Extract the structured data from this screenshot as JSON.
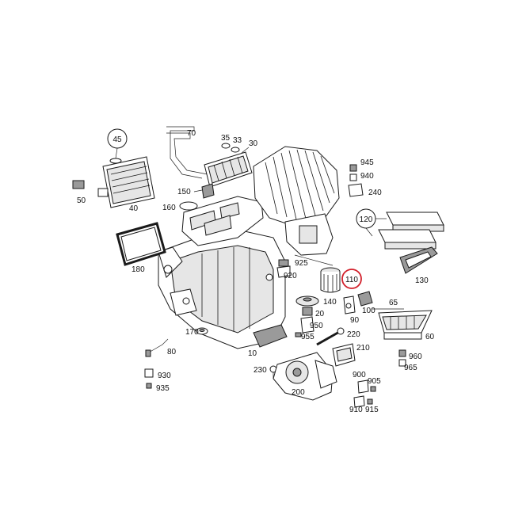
{
  "diagram": {
    "highlight_color": "#d21f2a",
    "highlighted_part": "110",
    "labels": {
      "p45": "45",
      "p70": "70",
      "p35": "35",
      "p33": "33",
      "p30": "30",
      "p945": "945",
      "p940": "940",
      "p240": "240",
      "p50": "50",
      "p40": "40",
      "p150": "150",
      "p160": "160",
      "p120": "120",
      "p130": "130",
      "p180": "180",
      "p925": "925",
      "p920": "920",
      "p110": "110",
      "p140": "140",
      "p20": "20",
      "p100": "100",
      "p65": "65",
      "p90": "90",
      "p950": "950",
      "p955": "955",
      "p220": "220",
      "p60": "60",
      "p170": "170",
      "p80": "80",
      "p10": "10",
      "p210": "210",
      "p960": "960",
      "p965": "965",
      "p230": "230",
      "p930": "930",
      "p935": "935",
      "p900": "900",
      "p905": "905",
      "p200": "200",
      "p910": "910",
      "p915": "915"
    }
  }
}
